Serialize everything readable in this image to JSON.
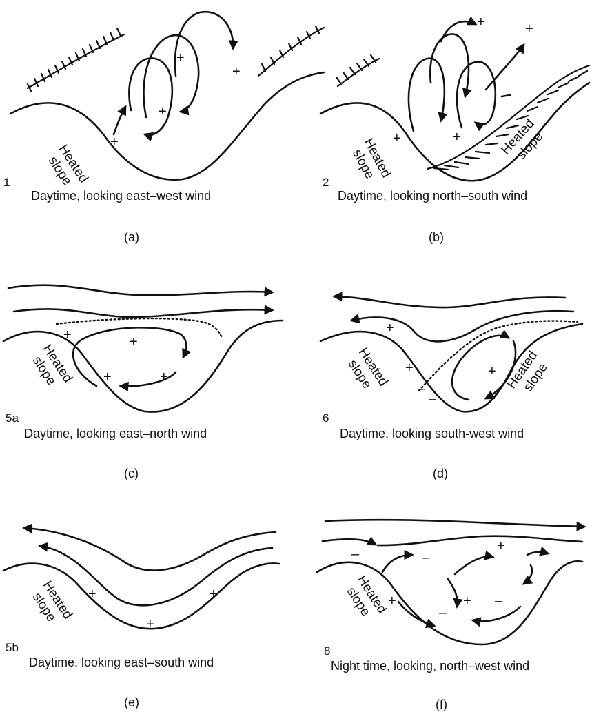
{
  "panels": [
    {
      "number": "1",
      "caption": "Daytime, looking east–west wind",
      "label": "(a)",
      "slope_text": [
        "Heated",
        "slope"
      ]
    },
    {
      "number": "2",
      "caption": "Daytime, looking north–south wind",
      "label": "(b)",
      "slope_text": [
        "Heated",
        "slope"
      ],
      "slope_text_right": [
        "Heated",
        "slope"
      ]
    },
    {
      "number": "5a",
      "caption": "Daytime, looking east–north wind",
      "label": "(c)",
      "slope_text": [
        "Heated",
        "slope"
      ]
    },
    {
      "number": "6",
      "caption": "Daytime, looking south-west wind",
      "label": "(d)",
      "slope_text": [
        "Heated",
        "slope"
      ],
      "slope_text_right": [
        "Heated",
        "slope"
      ]
    },
    {
      "number": "5b",
      "caption": "Daytime, looking east–south wind",
      "label": "(e)",
      "slope_text": [
        "Heated",
        "slope"
      ]
    },
    {
      "number": "8",
      "caption": "Night time, looking, north–west wind",
      "label": "(f)",
      "slope_text": [
        "Heated",
        "slope"
      ]
    }
  ],
  "signs": {
    "plus": "+",
    "minus": "–"
  }
}
